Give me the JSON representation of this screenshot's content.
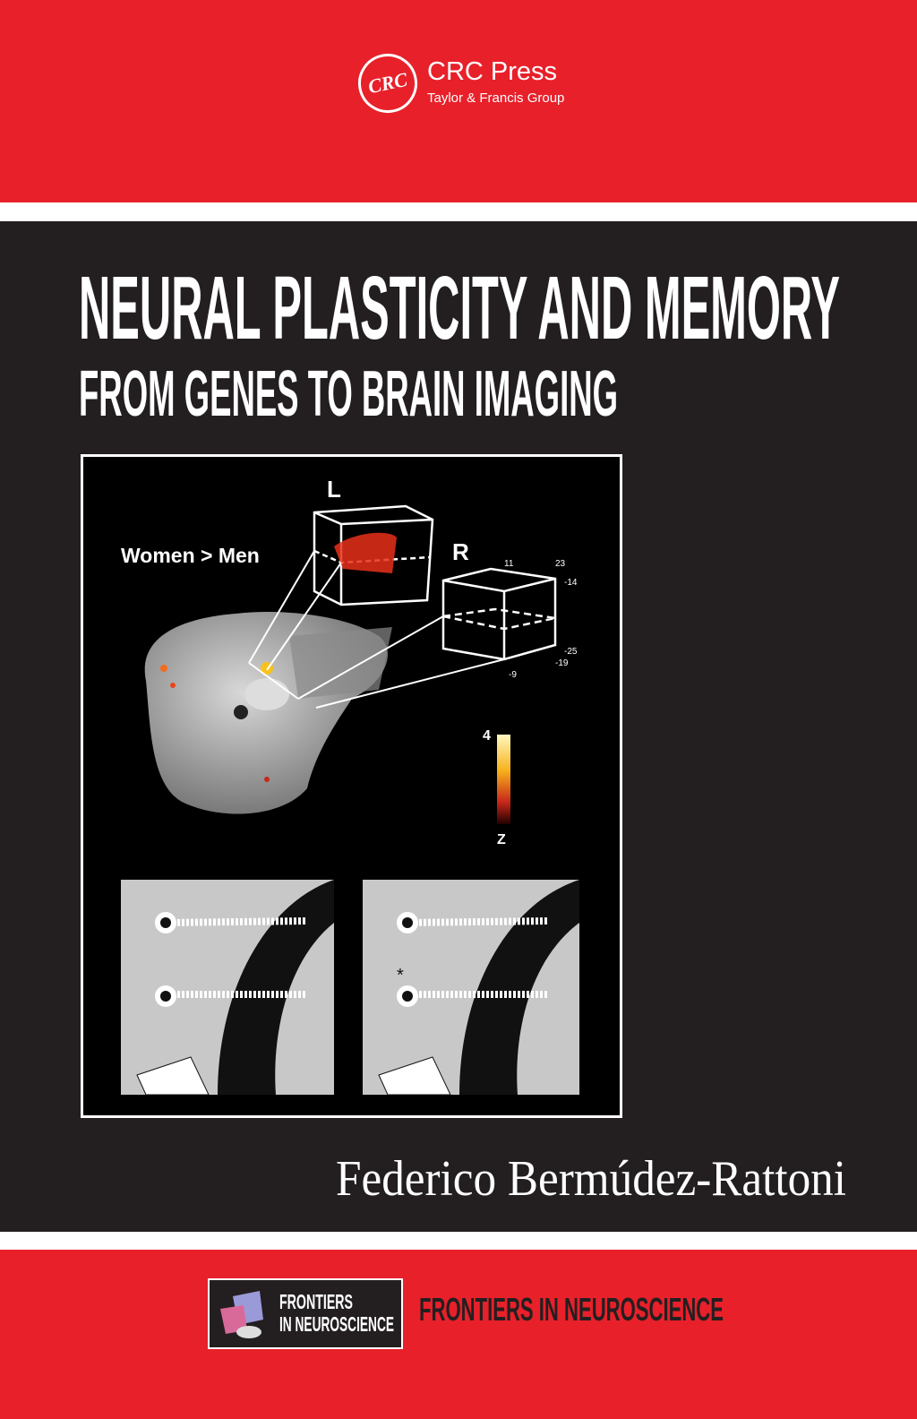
{
  "publisher": {
    "logo_text": "CRC",
    "name": "CRC Press",
    "group": "Taylor & Francis Group"
  },
  "book": {
    "title": "NEURAL PLASTICITY AND MEMORY",
    "subtitle": "FROM GENES TO BRAIN IMAGING",
    "author": "Federico Bermúdez-Rattoni"
  },
  "figure": {
    "caption_label": "Women > Men",
    "left_label": "L",
    "right_label": "R",
    "cube_ticks": [
      "11",
      "23",
      "-14",
      "-25",
      "-19",
      "-9"
    ],
    "scale_top": "4",
    "scale_bottom": "Z"
  },
  "series": {
    "badge_line1": "FRONTIERS",
    "badge_line2": "IN NEUROSCIENCE",
    "name": "FRONTIERS IN NEUROSCIENCE"
  },
  "colors": {
    "red": "#e8202a",
    "dark": "#231f20",
    "white": "#ffffff"
  }
}
